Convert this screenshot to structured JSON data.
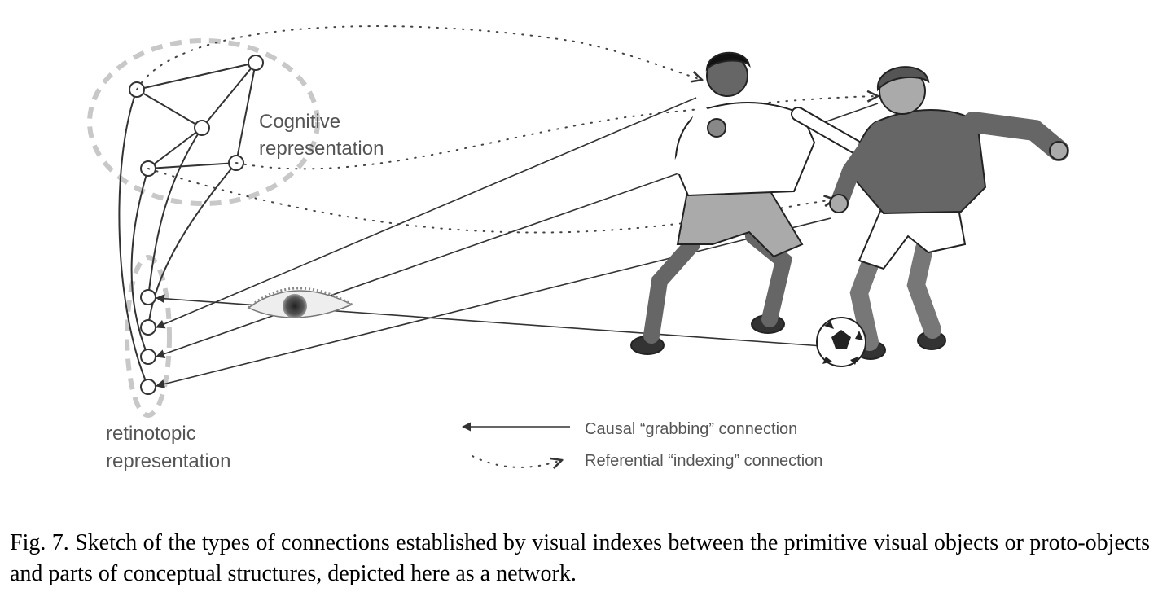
{
  "figure": {
    "cognitive_label_line1": "Cognitive",
    "cognitive_label_line2": "representation",
    "retinotopic_label_line1": "retinotopic",
    "retinotopic_label_line2": "representation",
    "legend": {
      "causal": "Causal “grabbing” connection",
      "referential": "Referential “indexing” connection"
    }
  },
  "caption": "Fig. 7. Sketch of the types of connections established by visual indexes between the primitive visual objects or proto-objects and parts of conceptual structures, depicted here as a network."
}
